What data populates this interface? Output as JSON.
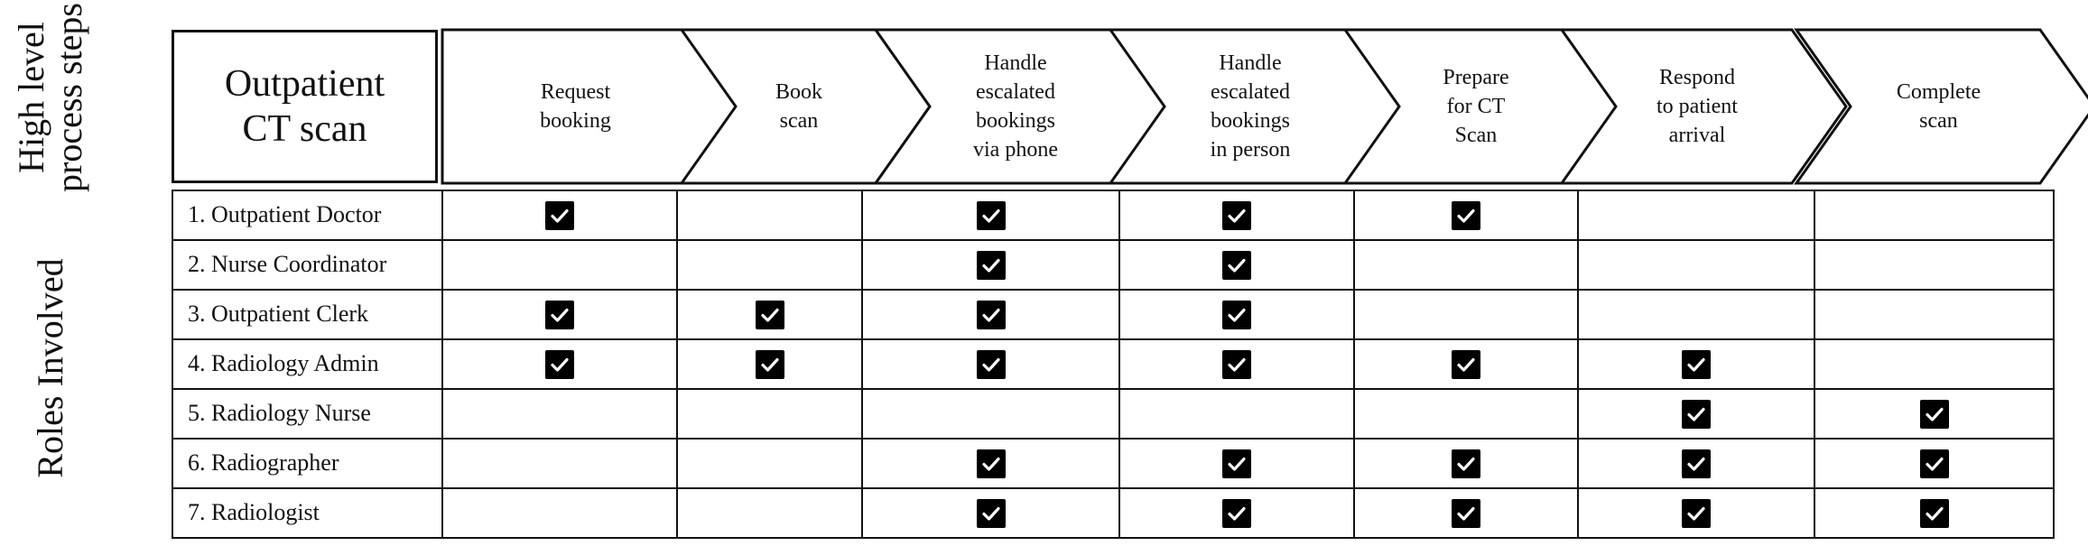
{
  "side_labels": {
    "top_line1": "High level",
    "top_line2": "process steps",
    "bottom": "Roles Involved"
  },
  "title": {
    "line1": "Outpatient",
    "line2": "CT scan"
  },
  "steps": [
    {
      "lines": [
        "Request",
        "booking"
      ]
    },
    {
      "lines": [
        "Book",
        "scan"
      ]
    },
    {
      "lines": [
        "Handle",
        "escalated",
        "bookings",
        "via phone"
      ]
    },
    {
      "lines": [
        "Handle",
        "escalated",
        "bookings",
        "in person"
      ]
    },
    {
      "lines": [
        "Prepare",
        "for CT",
        "Scan"
      ]
    },
    {
      "lines": [
        "Respond",
        "to patient",
        "arrival"
      ]
    },
    {
      "lines": [
        "Complete",
        "scan"
      ]
    }
  ],
  "roles": [
    {
      "label": "1. Outpatient Doctor",
      "checks": [
        true,
        false,
        true,
        true,
        true,
        false,
        false
      ]
    },
    {
      "label": "2. Nurse Coordinator",
      "checks": [
        false,
        false,
        true,
        true,
        false,
        false,
        false
      ]
    },
    {
      "label": "3. Outpatient Clerk",
      "checks": [
        true,
        true,
        true,
        true,
        false,
        false,
        false
      ]
    },
    {
      "label": "4. Radiology Admin",
      "checks": [
        true,
        true,
        true,
        true,
        true,
        true,
        false
      ]
    },
    {
      "label": "5. Radiology Nurse",
      "checks": [
        false,
        false,
        false,
        false,
        false,
        true,
        true
      ]
    },
    {
      "label": "6. Radiographer",
      "checks": [
        false,
        false,
        true,
        true,
        true,
        true,
        true
      ]
    },
    {
      "label": "7. Radiologist",
      "checks": [
        false,
        false,
        true,
        true,
        true,
        true,
        true
      ]
    }
  ],
  "check_icon": "checkbox-checked-icon"
}
